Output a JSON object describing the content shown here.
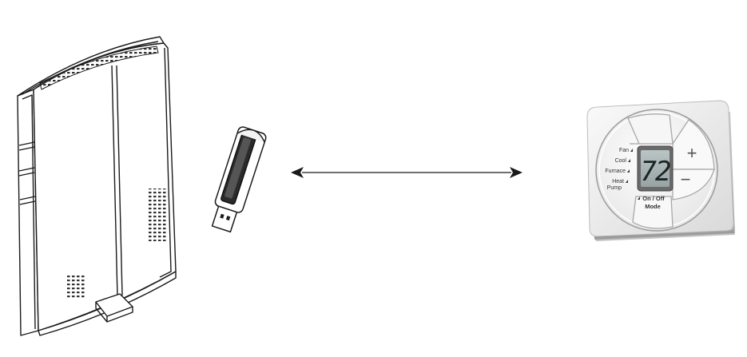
{
  "thermostat": {
    "display_value": "72",
    "labels": {
      "fan": "Fan",
      "cool": "Cool",
      "furnace": "Furnace",
      "heat": "Heat",
      "pump": "Pump",
      "onoff": "On / Off",
      "mode": "Mode"
    },
    "plus_symbol": "+",
    "minus_symbol": "−"
  },
  "colors": {
    "line": "#1a1a1a",
    "lcd_background": "#a9b4b4",
    "lcd_digits": "#1c2424",
    "thermostat_plate": "#ececec"
  }
}
